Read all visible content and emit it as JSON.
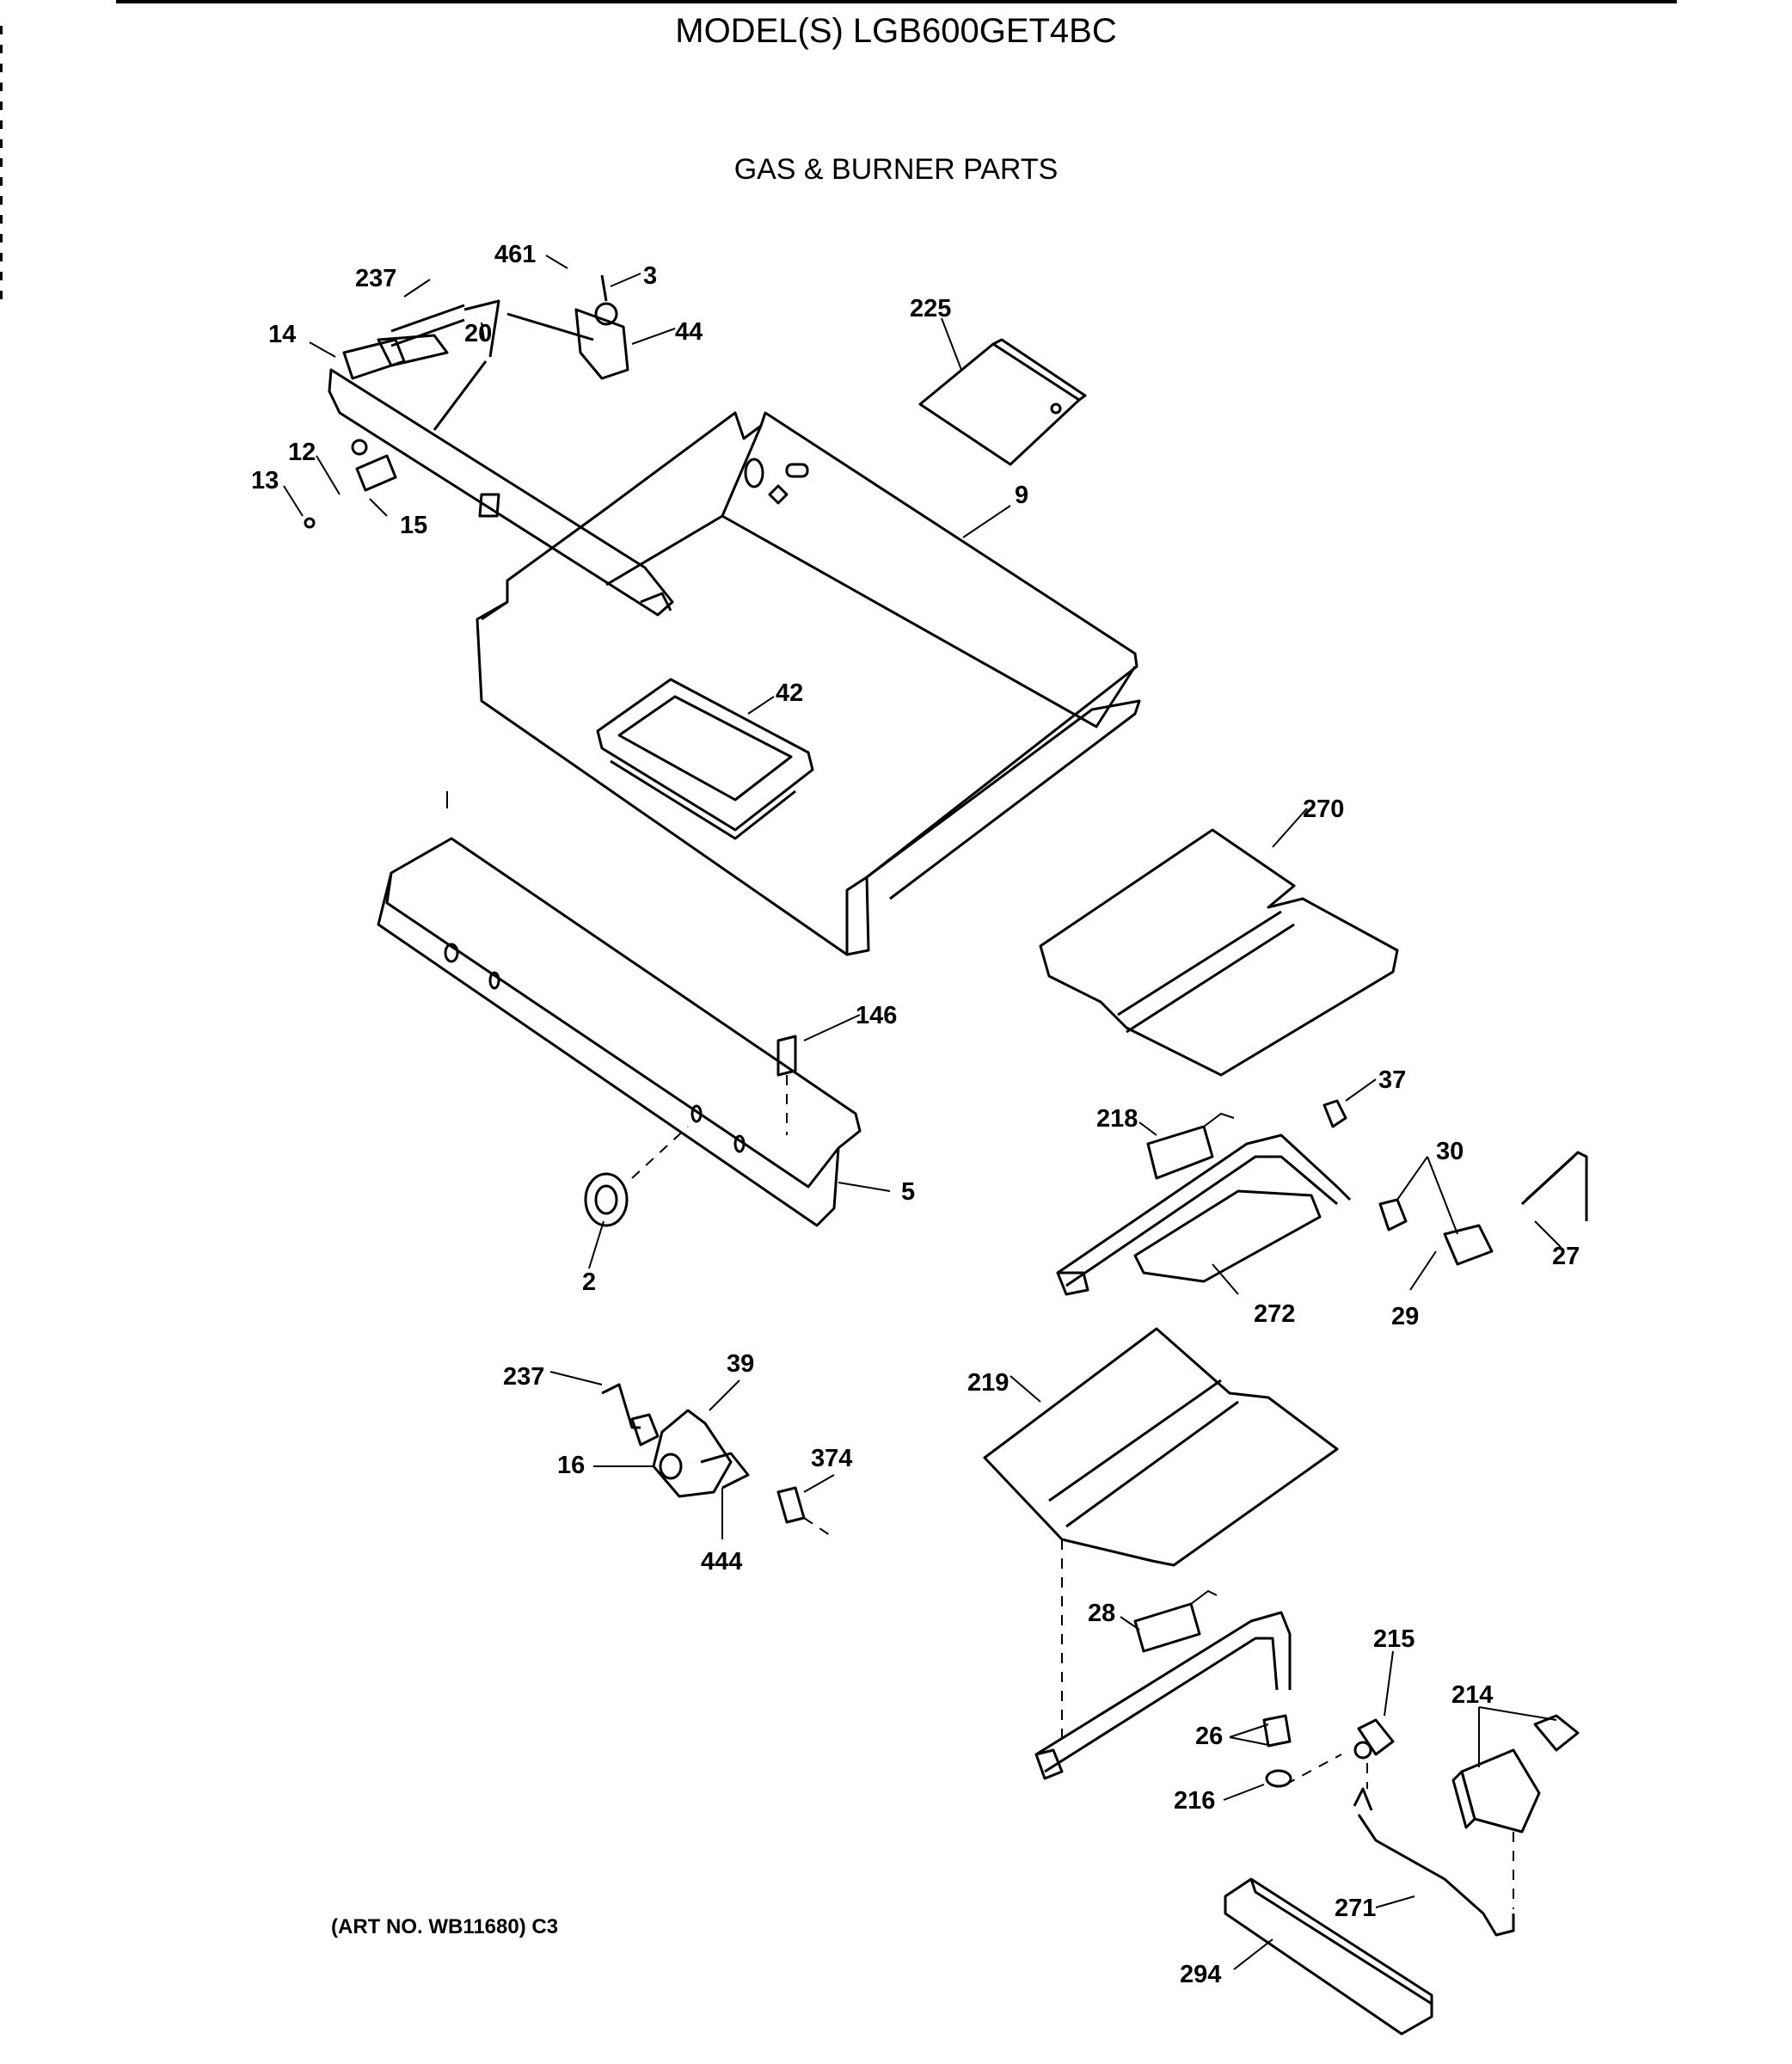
{
  "title": "MODEL(S) LGB600GET4BC",
  "subtitle": "GAS & BURNER PARTS",
  "art_number": "(ART NO. WB11680) C3",
  "callouts": [
    {
      "id": "c461",
      "text": "461"
    },
    {
      "id": "c237a",
      "text": "237"
    },
    {
      "id": "c3",
      "text": "3"
    },
    {
      "id": "c14",
      "text": "14"
    },
    {
      "id": "c20",
      "text": "20"
    },
    {
      "id": "c44",
      "text": "44"
    },
    {
      "id": "c225",
      "text": "225"
    },
    {
      "id": "c12",
      "text": "12"
    },
    {
      "id": "c13",
      "text": "13"
    },
    {
      "id": "c15",
      "text": "15"
    },
    {
      "id": "c9",
      "text": "9"
    },
    {
      "id": "c42",
      "text": "42"
    },
    {
      "id": "c270",
      "text": "270"
    },
    {
      "id": "c146",
      "text": "146"
    },
    {
      "id": "c5",
      "text": "5"
    },
    {
      "id": "c2",
      "text": "2"
    },
    {
      "id": "c37",
      "text": "37"
    },
    {
      "id": "c218",
      "text": "218"
    },
    {
      "id": "c30",
      "text": "30"
    },
    {
      "id": "c27",
      "text": "27"
    },
    {
      "id": "c272",
      "text": "272"
    },
    {
      "id": "c29",
      "text": "29"
    },
    {
      "id": "c39",
      "text": "39"
    },
    {
      "id": "c237b",
      "text": "237"
    },
    {
      "id": "c219",
      "text": "219"
    },
    {
      "id": "c16",
      "text": "16"
    },
    {
      "id": "c374",
      "text": "374"
    },
    {
      "id": "c444",
      "text": "444"
    },
    {
      "id": "c28",
      "text": "28"
    },
    {
      "id": "c215",
      "text": "215"
    },
    {
      "id": "c214",
      "text": "214"
    },
    {
      "id": "c26",
      "text": "26"
    },
    {
      "id": "c216",
      "text": "216"
    },
    {
      "id": "c271",
      "text": "271"
    },
    {
      "id": "c294",
      "text": "294"
    }
  ]
}
